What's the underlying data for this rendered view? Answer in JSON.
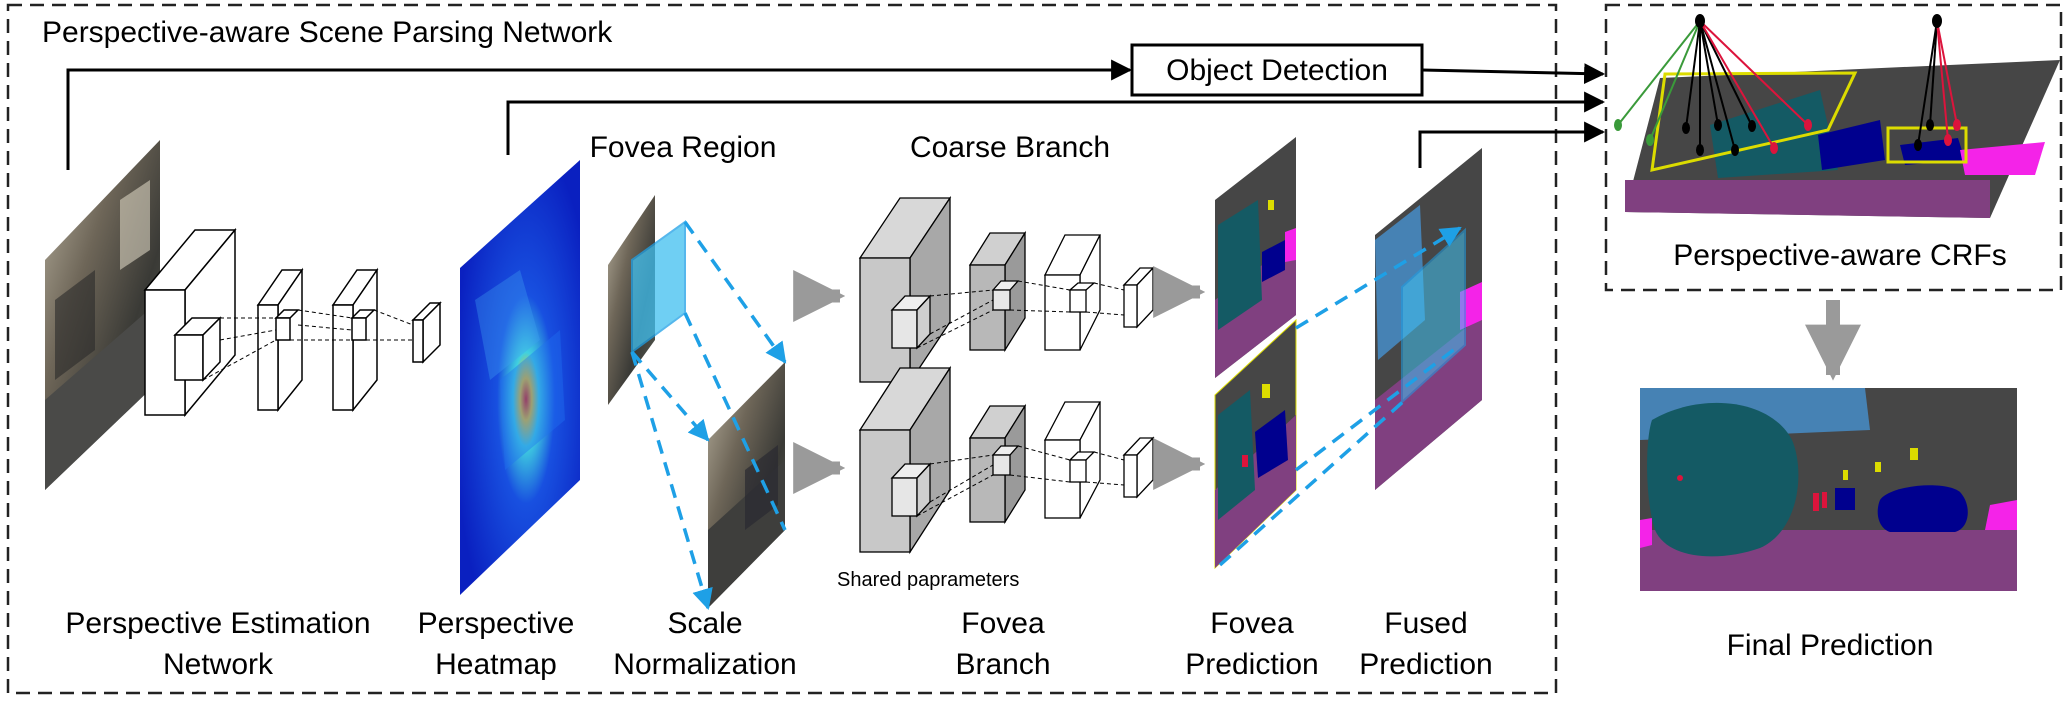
{
  "title": "Perspective-aware Scene Parsing Network",
  "object_detection_label": "Object Detection",
  "fovea_region_label": "Fovea Region",
  "coarse_branch_label": "Coarse Branch",
  "shared_params_label": "Shared paprameters",
  "crf_label": "Perspective-aware CRFs",
  "final_prediction_label": "Final Prediction",
  "bottom_labels": {
    "estimation_line1": "Perspective Estimation",
    "estimation_line2": "Network",
    "heatmap_line1": "Perspective",
    "heatmap_line2": "Heatmap",
    "scale_line1": "Scale",
    "scale_line2": "Normalization",
    "fovea_branch_line1": "Fovea",
    "fovea_branch_line2": "Branch",
    "fovea_pred_line1": "Fovea",
    "fovea_pred_line2": "Prediction",
    "fused_line1": "Fused",
    "fused_line2": "Prediction"
  },
  "colors": {
    "road": "#804080",
    "building": "#464646",
    "vegetation": "#145a64",
    "car": "#00008e",
    "sky": "#4682b4",
    "sidewalk": "#f423e8",
    "sign": "#dcdc00",
    "person": "#dc143c",
    "heatmap": "#1030d0",
    "highlight": "#40c0f0",
    "dashed_arrow": "#1ea0e6"
  }
}
